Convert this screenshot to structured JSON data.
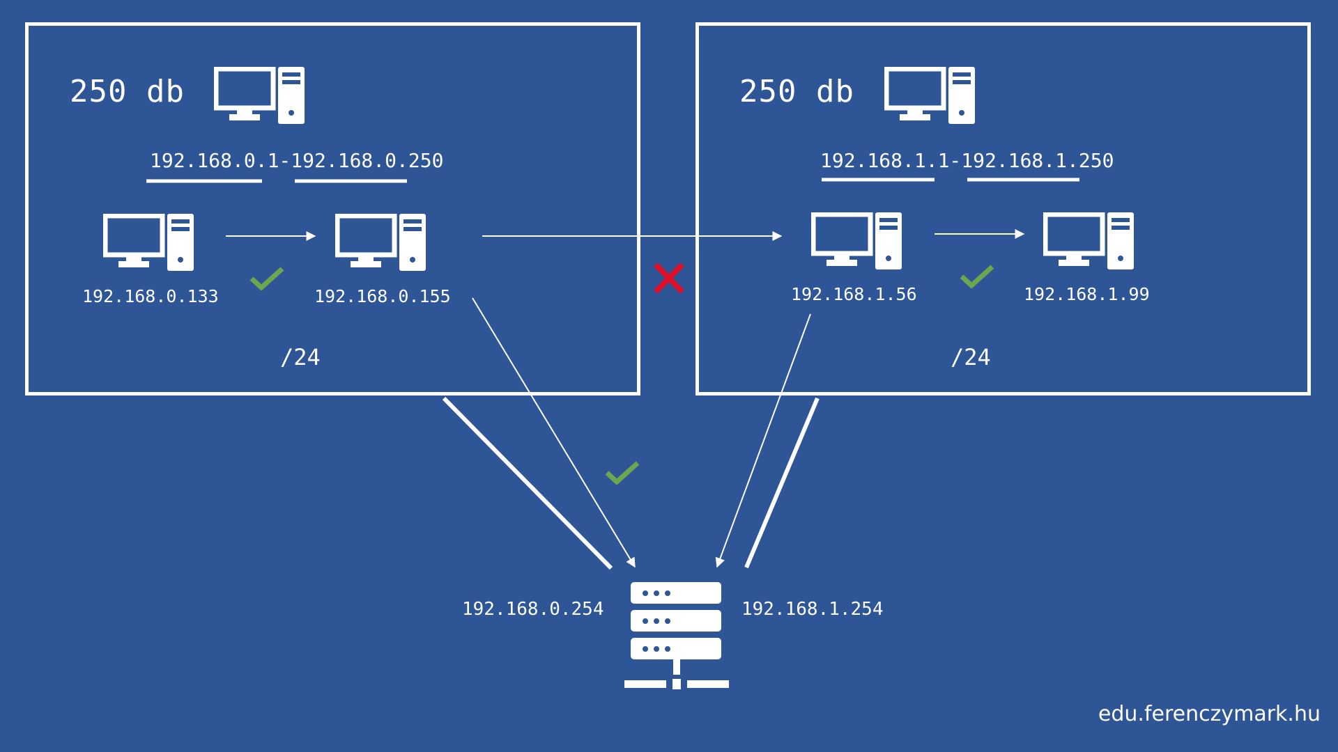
{
  "colors": {
    "background": "#2e5596",
    "foreground": "#ffffff",
    "check": "#6aa84f",
    "cross": "#e0102a"
  },
  "icons": {
    "computer": "desktop-computer-icon",
    "router": "server-rack-icon",
    "ok": "checkmark-icon",
    "blocked": "x-cross-icon"
  },
  "left_network": {
    "count": "250 db",
    "range": "192.168.0.1-192.168.0.250",
    "host_a": "192.168.0.133",
    "host_b": "192.168.0.155",
    "prefix": "/24"
  },
  "right_network": {
    "count": "250 db",
    "range": "192.168.1.1-192.168.1.250",
    "host_a": "192.168.1.56",
    "host_b": "192.168.1.99",
    "prefix": "/24"
  },
  "router": {
    "left_ip": "192.168.0.254",
    "right_ip": "192.168.1.254"
  },
  "brand": "edu.ferenczymark.hu"
}
